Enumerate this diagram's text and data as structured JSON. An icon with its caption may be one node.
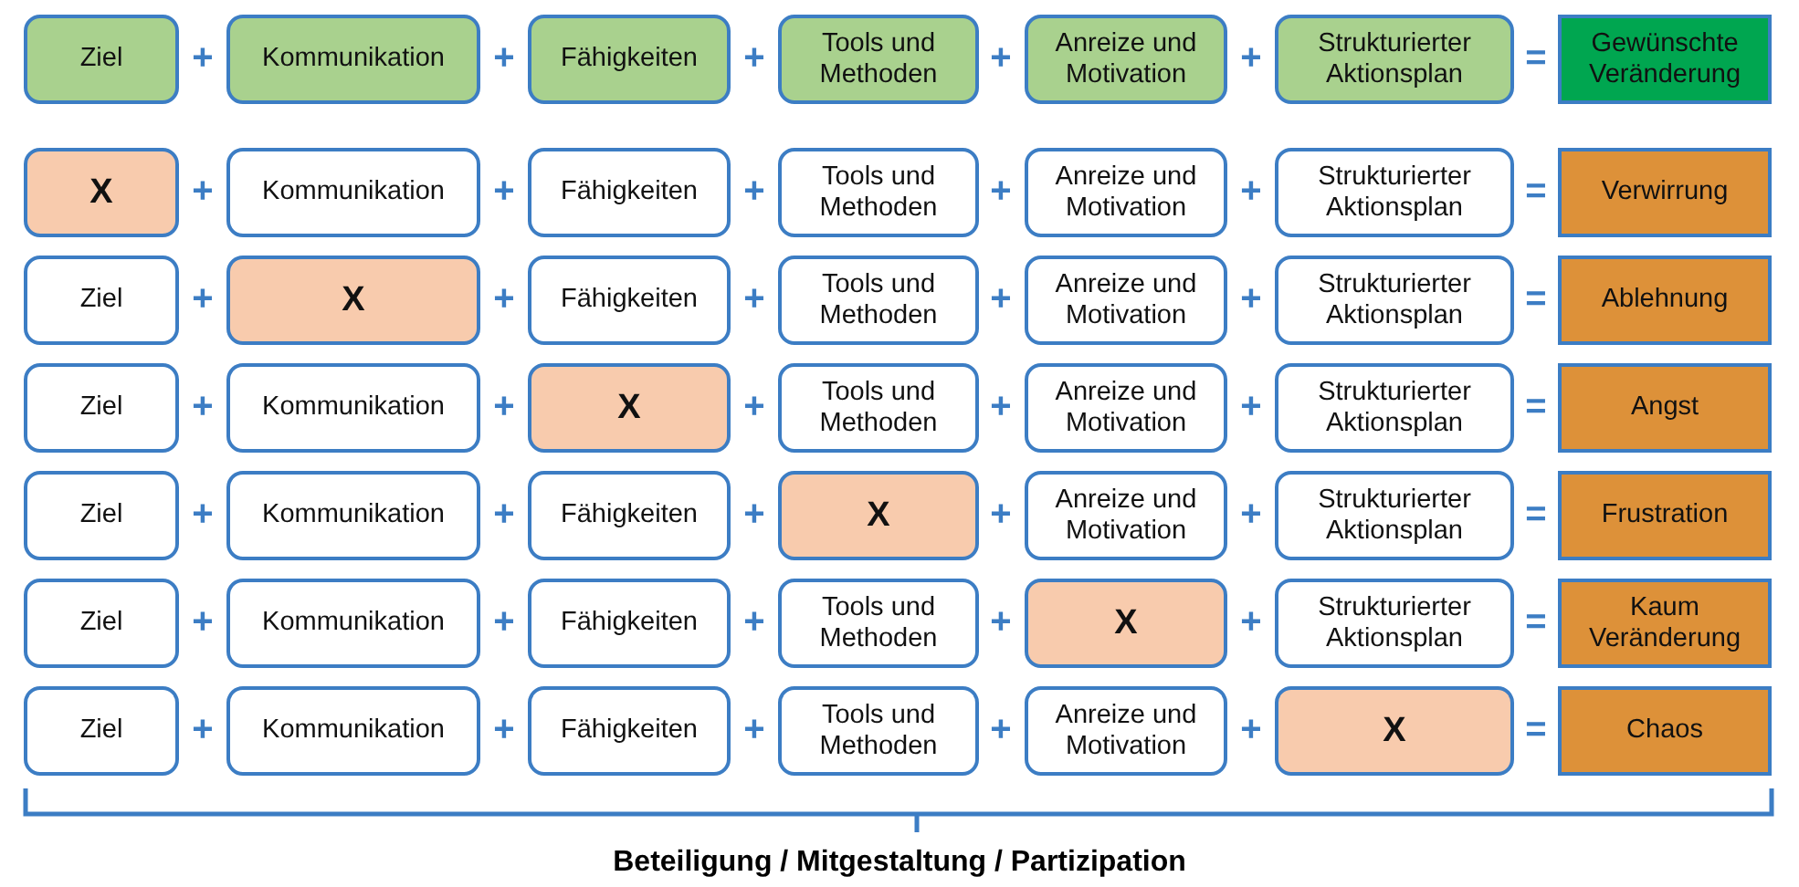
{
  "diagram": {
    "caption": "Beteiligung / Mitgestaltung / Partizipation",
    "nodes": [
      {
        "text": [
          "Ziel"
        ]
      },
      {
        "text": [
          "Kommunikation"
        ]
      },
      {
        "text": [
          "Fähigkeiten"
        ]
      },
      {
        "text": [
          "Tools und Methoden"
        ]
      },
      {
        "text": [
          "Anreize und Motivation"
        ]
      },
      {
        "text": [
          "Strukturierter Aktionsplan"
        ]
      },
      {
        "text": [
          "Gewünschte Veränderung"
        ]
      },
      {
        "text": [
          "X"
        ]
      },
      {
        "text": [
          "Kommunikation"
        ]
      },
      {
        "text": [
          "Fähigkeiten"
        ]
      },
      {
        "text": [
          "Tools und Methoden"
        ]
      },
      {
        "text": [
          "Anreize und Motivation"
        ]
      },
      {
        "text": [
          "Strukturierter Aktionsplan"
        ]
      },
      {
        "text": [
          "Verwirrung"
        ]
      },
      {
        "text": [
          "Ziel"
        ]
      },
      {
        "text": [
          "X"
        ]
      },
      {
        "text": [
          "Fähigkeiten"
        ]
      },
      {
        "text": [
          "Tools und Methoden"
        ]
      },
      {
        "text": [
          "Anreize und Motivation"
        ]
      },
      {
        "text": [
          "Strukturierter Aktionsplan"
        ]
      },
      {
        "text": [
          "Ablehnung"
        ]
      },
      {
        "text": [
          "Ziel"
        ]
      },
      {
        "text": [
          "Kommunikation"
        ]
      },
      {
        "text": [
          "X"
        ]
      },
      {
        "text": [
          "Tools und Methoden"
        ]
      },
      {
        "text": [
          "Anreize und Motivation"
        ]
      },
      {
        "text": [
          "Strukturierter Aktionsplan"
        ]
      },
      {
        "text": [
          "Angst"
        ]
      },
      {
        "text": [
          "Ziel"
        ]
      },
      {
        "text": [
          "Kommunikation"
        ]
      },
      {
        "text": [
          "Fähigkeiten"
        ]
      },
      {
        "text": [
          "X"
        ]
      },
      {
        "text": [
          "Anreize und Motivation"
        ]
      },
      {
        "text": [
          "Strukturierter Aktionsplan"
        ]
      },
      {
        "text": [
          "Frustration"
        ]
      },
      {
        "text": [
          "Ziel"
        ]
      },
      {
        "text": [
          "Kommunikation"
        ]
      },
      {
        "text": [
          "Fähigkeiten"
        ]
      },
      {
        "text": [
          "Tools und Methoden"
        ]
      },
      {
        "text": [
          "X"
        ]
      },
      {
        "text": [
          "Strukturierter Aktionsplan"
        ]
      },
      {
        "text": [
          "Kaum Veränderung"
        ]
      },
      {
        "text": [
          "Ziel"
        ]
      },
      {
        "text": [
          "Kommunikation"
        ]
      },
      {
        "text": [
          "Fähigkeiten"
        ]
      },
      {
        "text": [
          "Tools und Methoden"
        ]
      },
      {
        "text": [
          "Anreize und Motivation"
        ]
      },
      {
        "text": [
          "X"
        ]
      },
      {
        "text": [
          "Chaos"
        ]
      }
    ],
    "labels": [
      "+",
      "+",
      "+",
      "+",
      "+",
      "=",
      "+",
      "+",
      "+",
      "+",
      "+",
      "=",
      "+",
      "+",
      "+",
      "+",
      "+",
      "=",
      "+",
      "+",
      "+",
      "+",
      "+",
      "=",
      "+",
      "+",
      "+",
      "+",
      "+",
      "=",
      "+",
      "+",
      "+",
      "+",
      "+",
      "=",
      "+",
      "+",
      "+",
      "+",
      "+",
      "="
    ]
  }
}
